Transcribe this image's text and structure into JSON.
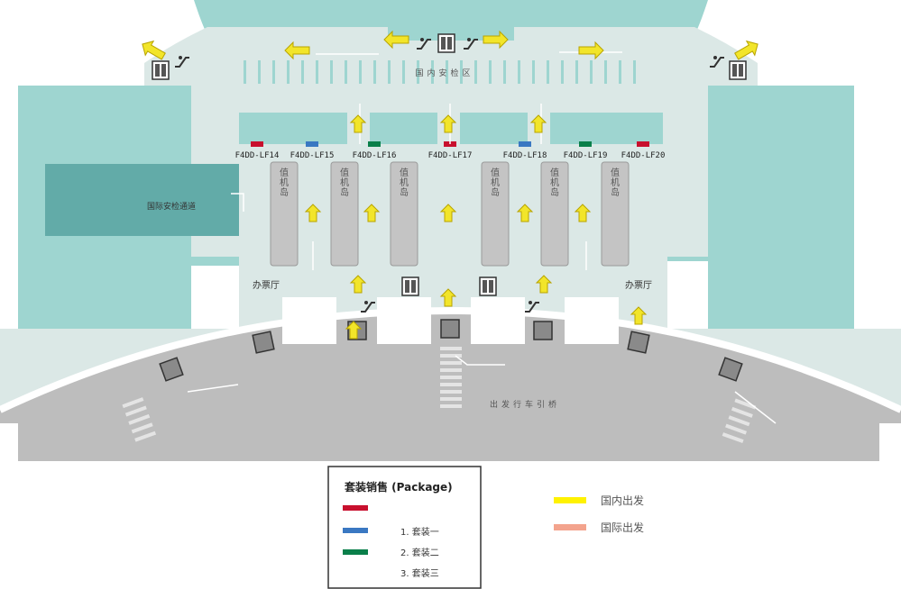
{
  "colors": {
    "water": "#9ed5d0",
    "floor": "#dbe8e6",
    "intl_corridor": "#62aba8",
    "road": "#bdbdbd",
    "kiosk": "#c4c4c4",
    "arrow_yellow": "#f2e52a",
    "domestic": "#fff200",
    "international": "#f3a38d",
    "slot_red": "#c8102e",
    "slot_blue": "#3a78c2",
    "slot_green": "#0a7f4a"
  },
  "map": {
    "zones": {
      "domestic_security": "国内安检区",
      "international_security": "国际安检通道",
      "departure_road": "出发行车引桥"
    },
    "ticket_halls": [
      "办票厅",
      "办票厅"
    ],
    "kiosks": [
      "值机岛",
      "值机岛",
      "值机岛",
      "值机岛",
      "值机岛",
      "值机岛"
    ],
    "slots": [
      {
        "label": "F4DD-LF14",
        "color": "red"
      },
      {
        "label": "F4DD-LF15",
        "color": "blue"
      },
      {
        "label": "F4DD-LF16",
        "color": "green"
      },
      {
        "label": "F4DD-LF17",
        "color": "red"
      },
      {
        "label": "F4DD-LF18",
        "color": "blue"
      },
      {
        "label": "F4DD-LF19",
        "color": "green"
      },
      {
        "label": "F4DD-LF20",
        "color": "red"
      }
    ],
    "icons": [
      "elevator-icon",
      "escalator-icon",
      "direction-arrow-icon"
    ]
  },
  "legend": {
    "title": "套装销售 (Package)",
    "items": [
      {
        "color": "red",
        "label": ""
      },
      {
        "color": "blue",
        "label": "1. 套装一"
      },
      {
        "color": "green",
        "label": "2. 套装二"
      },
      {
        "color": "none",
        "label": "3. 套装三"
      }
    ]
  },
  "depart_legend": [
    {
      "label": "国内出发",
      "color": "domestic"
    },
    {
      "label": "国际出发",
      "color": "international"
    }
  ]
}
